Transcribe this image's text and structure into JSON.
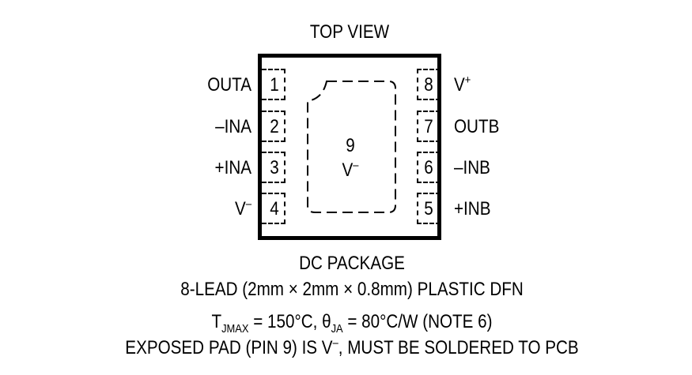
{
  "title": "TOP VIEW",
  "pins_left": [
    {
      "num": "1",
      "label": "OUTA"
    },
    {
      "num": "2",
      "label": "–INA"
    },
    {
      "num": "3",
      "label": "+INA"
    },
    {
      "num": "4",
      "label": "V",
      "sup": "–"
    }
  ],
  "pins_right": [
    {
      "num": "8",
      "label": "V",
      "sup": "+"
    },
    {
      "num": "7",
      "label": "OUTB"
    },
    {
      "num": "6",
      "label": "–INB"
    },
    {
      "num": "5",
      "label": "+INB"
    }
  ],
  "exposed_pad": {
    "num": "9",
    "label": "V",
    "sup": "–"
  },
  "caption": {
    "line1": "DC PACKAGE",
    "line2": "8-LEAD (2mm × 2mm × 0.8mm) PLASTIC DFN",
    "line3_t": "T",
    "line3_sub": "JMAX",
    "line3_mid": " = 150°C, θ",
    "line3_sub2": "JA",
    "line3_end": " = 80°C/W (NOTE 6)",
    "line4": "EXPOSED PAD (PIN 9) IS V",
    "line4_sup": "–",
    "line4_end": ", MUST BE SOLDERED TO PCB"
  }
}
